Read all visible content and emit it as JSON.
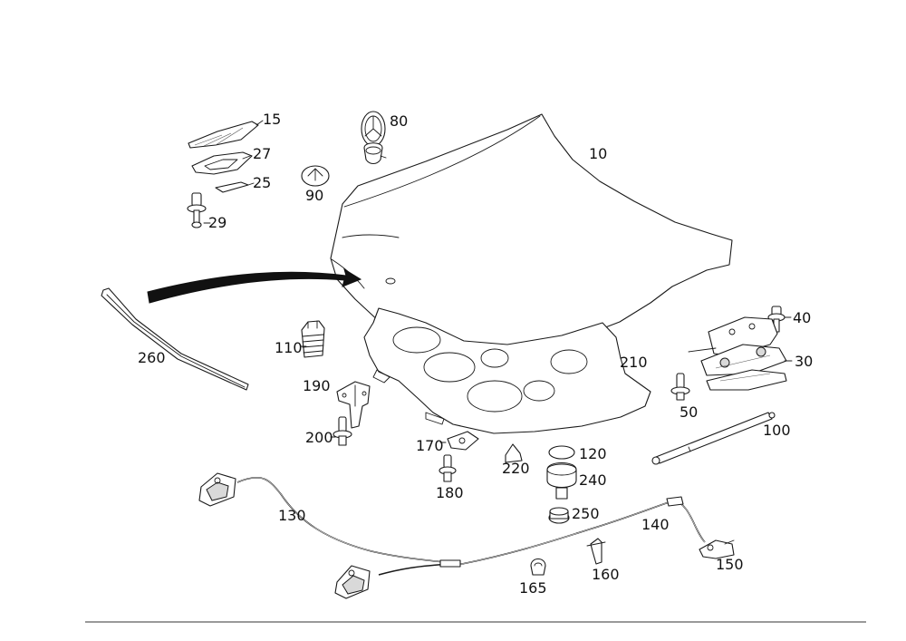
{
  "callouts": [
    {
      "id": "15",
      "text": "15"
    },
    {
      "id": "27",
      "text": "27"
    },
    {
      "id": "25",
      "text": "25"
    },
    {
      "id": "29",
      "text": "29"
    },
    {
      "id": "80",
      "text": "80"
    },
    {
      "id": "90",
      "text": "90"
    },
    {
      "id": "10",
      "text": "10"
    },
    {
      "id": "260",
      "text": "260"
    },
    {
      "id": "110",
      "text": "110"
    },
    {
      "id": "210",
      "text": "210"
    },
    {
      "id": "40",
      "text": "40"
    },
    {
      "id": "30",
      "text": "30"
    },
    {
      "id": "50",
      "text": "50"
    },
    {
      "id": "100",
      "text": "100"
    },
    {
      "id": "190",
      "text": "190"
    },
    {
      "id": "200",
      "text": "200"
    },
    {
      "id": "170",
      "text": "170"
    },
    {
      "id": "120",
      "text": "120"
    },
    {
      "id": "220",
      "text": "220"
    },
    {
      "id": "240",
      "text": "240"
    },
    {
      "id": "180",
      "text": "180"
    },
    {
      "id": "250",
      "text": "250"
    },
    {
      "id": "130",
      "text": "130"
    },
    {
      "id": "140",
      "text": "140"
    },
    {
      "id": "150",
      "text": "150"
    },
    {
      "id": "160",
      "text": "160"
    },
    {
      "id": "165",
      "text": "165"
    }
  ]
}
